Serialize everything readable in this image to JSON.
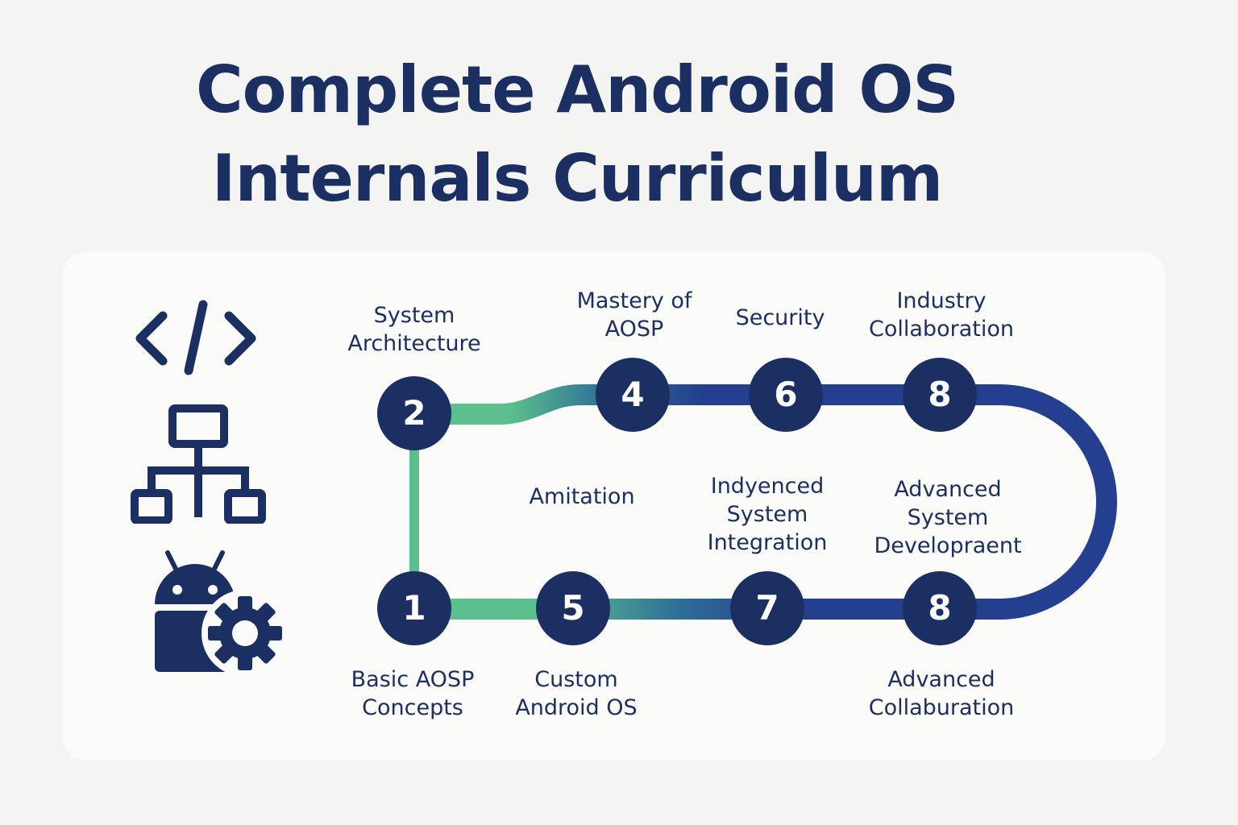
{
  "title": {
    "line1": "Complete Android OS",
    "line2": "Internals Curriculum"
  },
  "icons": [
    "code-brackets-icon",
    "hierarchy-tree-icon",
    "android-gear-icon"
  ],
  "colors": {
    "navy": "#1b2f63",
    "teal": "#5cc08e",
    "path_blue": "#243f8f",
    "background": "#f4f4f3",
    "card": "#fbfbfa"
  },
  "nodes": [
    {
      "number": "2",
      "label_line1": "System",
      "label_line2": "Architecture"
    },
    {
      "number": "4",
      "label_line1": "Mastery of",
      "label_line2": "AOSP"
    },
    {
      "number": "6",
      "label_line1": "Security",
      "label_line2": ""
    },
    {
      "number": "8",
      "label_line1": "Industry",
      "label_line2": "Collaboration"
    },
    {
      "number": "1",
      "label_line1": "Basic AOSP",
      "label_line2": "Concepts"
    },
    {
      "number": "5",
      "label_line1": "Custom",
      "label_line2": "Android OS"
    },
    {
      "number": "7",
      "label_line1": "",
      "label_line2": ""
    },
    {
      "number": "8",
      "label_line1": "Advanced",
      "label_line2": "Collaburation"
    }
  ],
  "middle_labels": [
    {
      "line1": "Amitation",
      "line2": "",
      "line3": ""
    },
    {
      "line1": "Indyenced",
      "line2": "System",
      "line3": "Integration"
    },
    {
      "line1": "Advanced",
      "line2": "System",
      "line3": "Developraent"
    }
  ]
}
